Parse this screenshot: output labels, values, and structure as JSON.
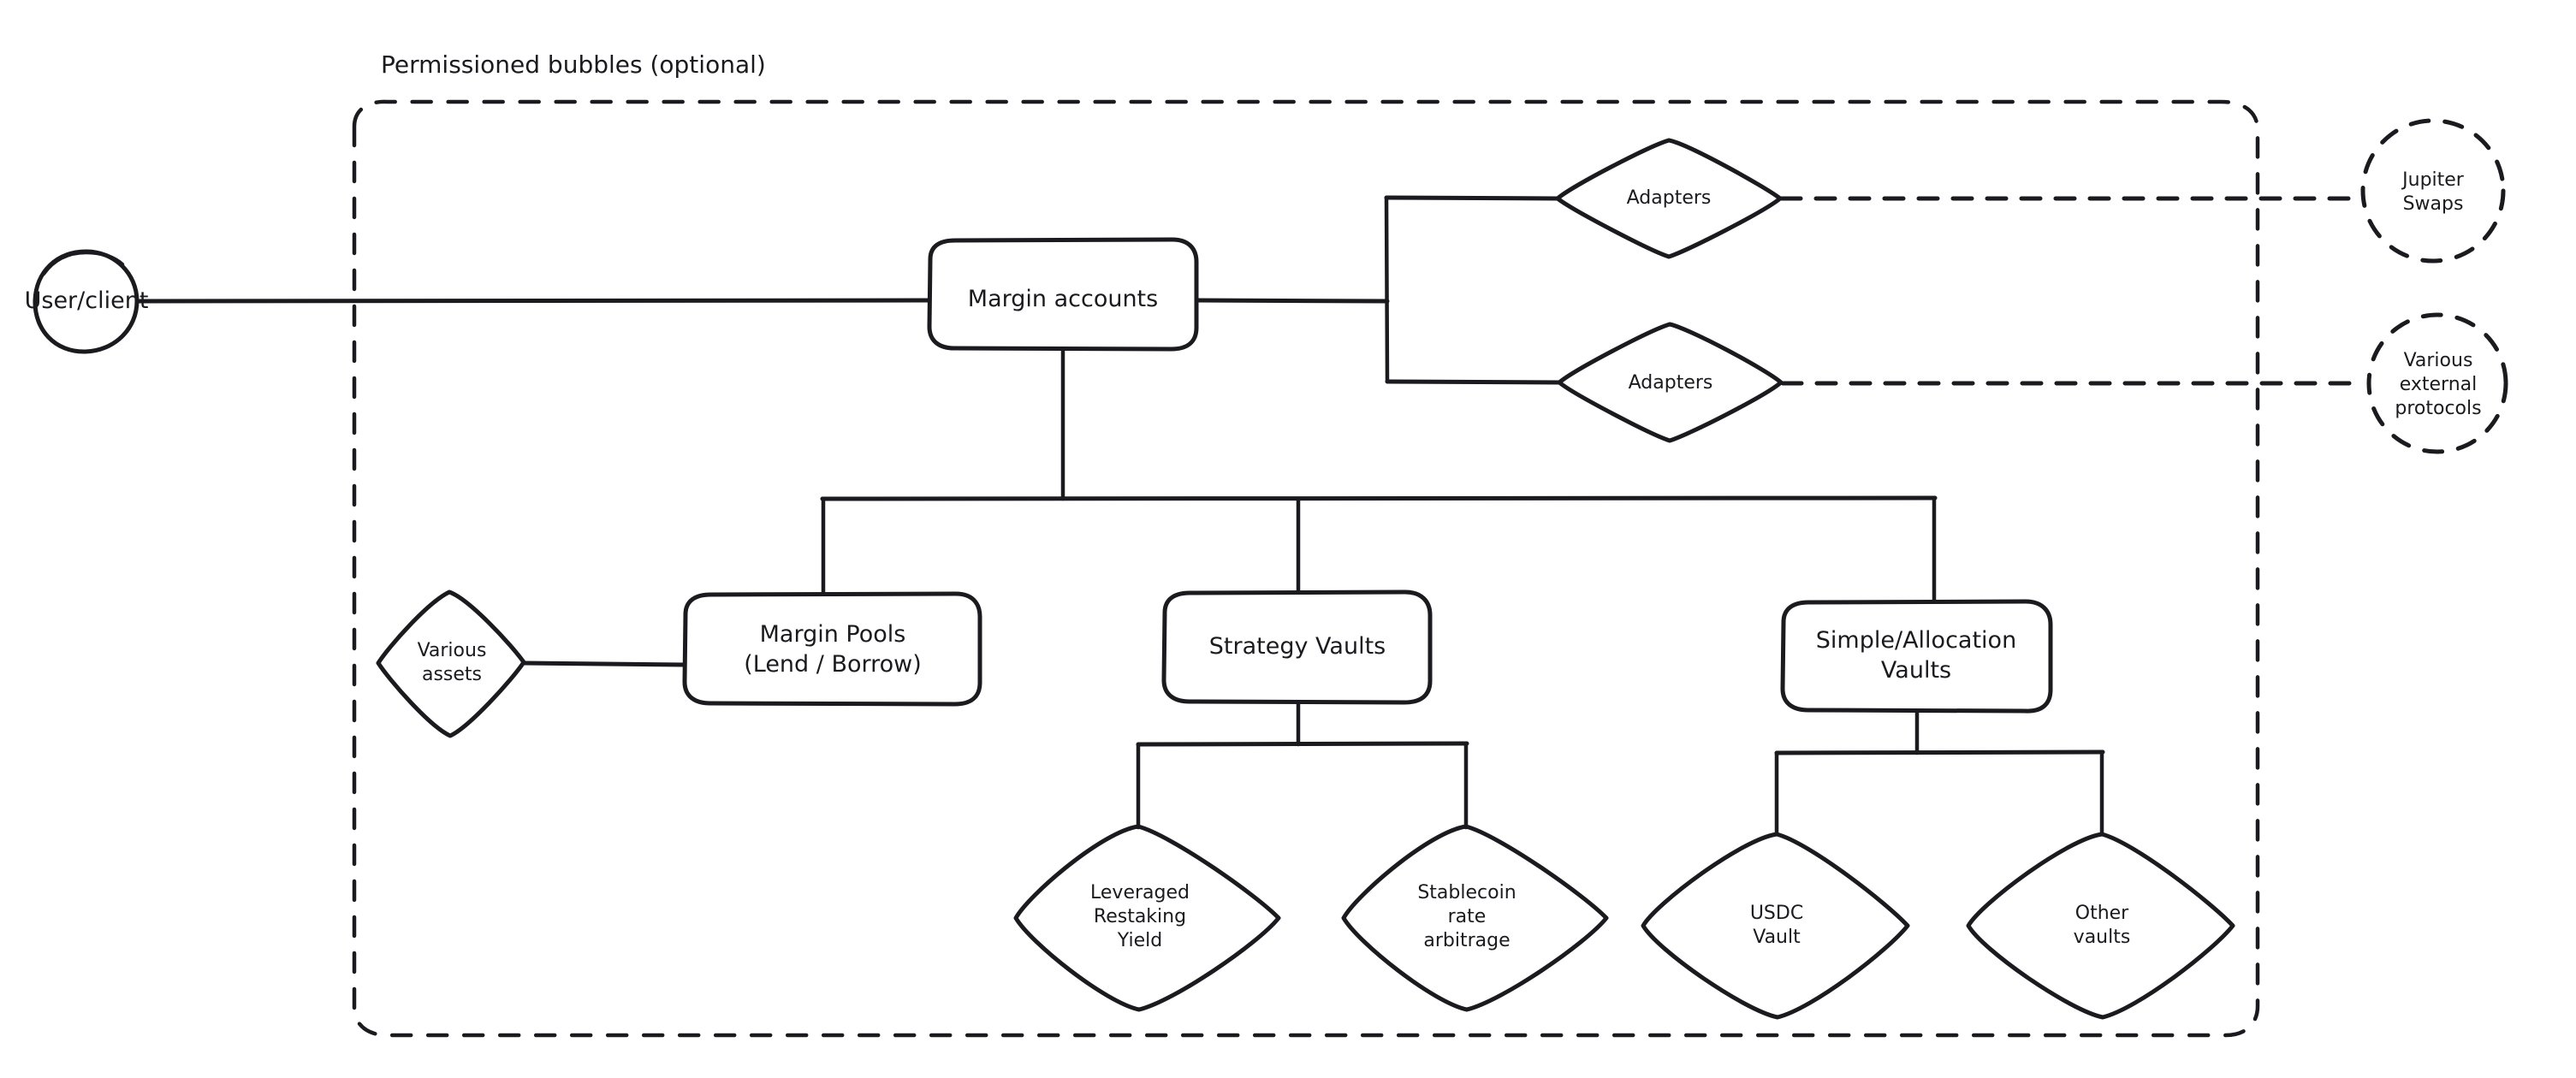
{
  "diagram": {
    "title": "Permissioned bubbles (optional)",
    "style": "hand-drawn",
    "stroke_color": "#1b1b1f",
    "background_color": "#ffffff"
  },
  "container": {
    "label": "Permissioned bubbles (optional)",
    "border_style": "dashed"
  },
  "nodes": {
    "user_client": {
      "label": "User/client",
      "shape": "ellipse"
    },
    "margin_accounts": {
      "label": "Margin accounts",
      "shape": "rounded-rect"
    },
    "adapters_top": {
      "label": "Adapters",
      "shape": "diamond"
    },
    "adapters_bottom": {
      "label": "Adapters",
      "shape": "diamond"
    },
    "jupiter_swaps": {
      "label": "Jupiter\nSwaps",
      "shape": "dashed-circle"
    },
    "various_external_protocols": {
      "label": "Various\nexternal\nprotocols",
      "shape": "dashed-circle"
    },
    "various_assets": {
      "label": "Various\nassets",
      "shape": "diamond"
    },
    "margin_pools": {
      "label": "Margin Pools\n(Lend / Borrow)",
      "shape": "rounded-rect"
    },
    "strategy_vaults": {
      "label": "Strategy Vaults",
      "shape": "rounded-rect"
    },
    "simple_allocation_vaults": {
      "label": "Simple/Allocation\nVaults",
      "shape": "rounded-rect"
    },
    "leveraged_restaking_yield": {
      "label": "Leveraged\nRestaking\nYield",
      "shape": "diamond"
    },
    "stablecoin_rate_arbitrage": {
      "label": "Stablecoin\nrate\narbitrage",
      "shape": "diamond"
    },
    "usdc_vault": {
      "label": "USDC\nVault",
      "shape": "diamond"
    },
    "other_vaults": {
      "label": "Other\nvaults",
      "shape": "diamond"
    }
  },
  "edges": [
    {
      "from": "user_client",
      "to": "margin_accounts",
      "style": "solid"
    },
    {
      "from": "margin_accounts",
      "to": "adapters_top",
      "style": "solid"
    },
    {
      "from": "margin_accounts",
      "to": "adapters_bottom",
      "style": "solid"
    },
    {
      "from": "adapters_top",
      "to": "jupiter_swaps",
      "style": "dashed"
    },
    {
      "from": "adapters_bottom",
      "to": "various_external_protocols",
      "style": "dashed"
    },
    {
      "from": "margin_accounts",
      "to": "margin_pools",
      "style": "solid"
    },
    {
      "from": "margin_accounts",
      "to": "strategy_vaults",
      "style": "solid"
    },
    {
      "from": "margin_accounts",
      "to": "simple_allocation_vaults",
      "style": "solid"
    },
    {
      "from": "various_assets",
      "to": "margin_pools",
      "style": "solid"
    },
    {
      "from": "strategy_vaults",
      "to": "leveraged_restaking_yield",
      "style": "solid"
    },
    {
      "from": "strategy_vaults",
      "to": "stablecoin_rate_arbitrage",
      "style": "solid"
    },
    {
      "from": "simple_allocation_vaults",
      "to": "usdc_vault",
      "style": "solid"
    },
    {
      "from": "simple_allocation_vaults",
      "to": "other_vaults",
      "style": "solid"
    }
  ]
}
